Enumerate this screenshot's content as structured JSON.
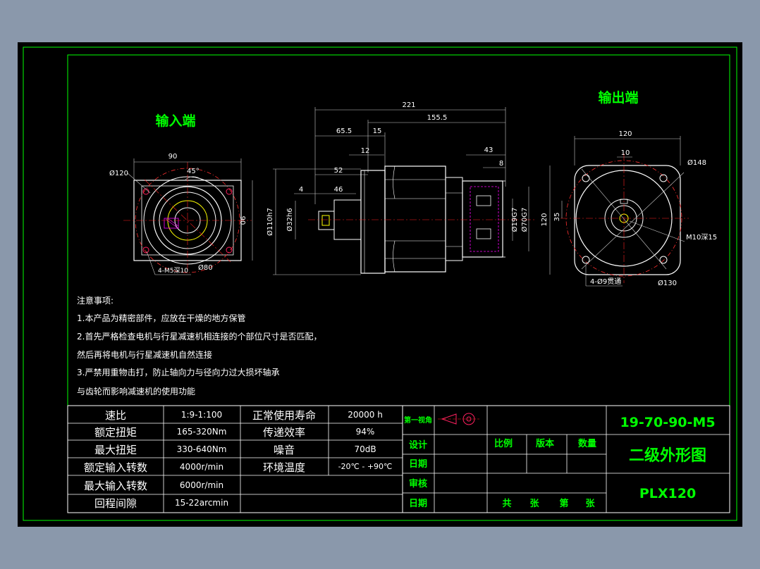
{
  "colors": {
    "frame": "#00ff00",
    "outline": "#ffffff",
    "dimension": "#ff3030",
    "dim_line": "#cccccc",
    "center_line": "#ff2020",
    "hidden": "#ff00ff",
    "title_text": "#00ff00",
    "table_text": "#ffffff",
    "heading": "#00ff00",
    "circle_mark": "#ff2060"
  },
  "views": {
    "input_title": "输入端",
    "output_title": "输出端"
  },
  "left_view": {
    "width": "90",
    "height": "90",
    "d_pcd": "Ø120",
    "angle": "45°",
    "holes": "4-M5深10",
    "d_pilot": "Ø80"
  },
  "side_view": {
    "len_total": "221",
    "len_body": "155.5",
    "len_a": "65.5",
    "len_b": "15",
    "len_c": "12",
    "len_d": "52",
    "len_e": "4",
    "len_f": "46",
    "len_g": "43",
    "len_h": "8",
    "d_flange": "Ø110h7",
    "d_shaft": "Ø32h6",
    "d_motor_a": "Ø19G7",
    "d_motor_b": "Ø70G7"
  },
  "right_view": {
    "width": "120",
    "height": "120",
    "small": "10",
    "offset": "35",
    "d_outer": "Ø148",
    "thread": "M10深15",
    "holes": "4-Ø9贯通",
    "d_pcd": "Ø130"
  },
  "notes": {
    "title": "注意事项:",
    "lines": [
      "1.本产品为精密部件，应放在干燥的地方保管",
      "2.首先严格检查电机与行星减速机相连接的个部位尺寸是否匹配，",
      "然后再将电机与行星减速机自然连接",
      "3.严禁用重物击打，防止轴向力与径向力过大损坏轴承",
      "与齿轮而影响减速机的使用功能"
    ]
  },
  "spec_table": [
    [
      "速比",
      "1:9-1:100",
      "正常使用寿命",
      "20000 h"
    ],
    [
      "额定扭矩",
      "165-320Nm",
      "传递效率",
      "94%"
    ],
    [
      "最大扭矩",
      "330-640Nm",
      "噪音",
      "70dB"
    ],
    [
      "额定输入转数",
      "4000r/min",
      "环境温度",
      "-20℃ - +90℃"
    ],
    [
      "最大输入转数",
      "6000r/min",
      "",
      ""
    ],
    [
      "回程间隙",
      "15-22arcmin",
      "",
      ""
    ]
  ],
  "title_block": {
    "projection": "第一视角",
    "design": "设计",
    "date": "日期",
    "review": "审核",
    "date2": "日期",
    "scale": "比例",
    "version": "版本",
    "quantity": "数量",
    "total": "共",
    "sheets": "张",
    "sheet_no": "第",
    "sheets2": "张",
    "code": "19-70-90-M5",
    "name": "二级外形图",
    "model": "PLX120"
  }
}
